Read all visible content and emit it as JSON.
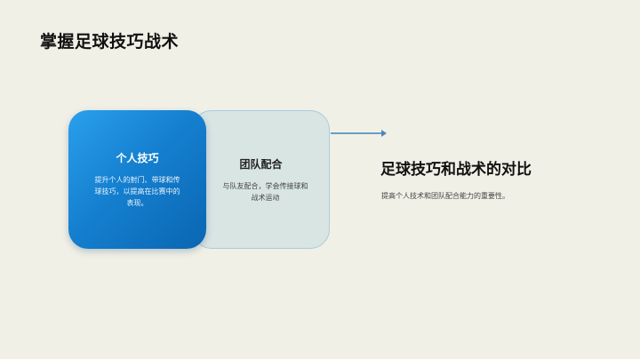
{
  "slide": {
    "title": "掌握足球技巧战术"
  },
  "cards": [
    {
      "title": "个人技巧",
      "description": "提升个人的射门、带球和传球技巧，以提高在比赛中的表现。"
    },
    {
      "title": "团队配合",
      "description": "与队友配合，学会传接球和战术运动"
    }
  ],
  "comparison": {
    "title": "足球技巧和战术的对比",
    "description": "提高个人技术和团队配合能力的重要性。"
  },
  "colors": {
    "background": "#f1f0e6",
    "card_primary_start": "#2aa0ec",
    "card_primary_end": "#0a66b2",
    "card_secondary": "#d9e5e3",
    "arrow": "#6a9cc4"
  },
  "icons": {
    "arrow": "arrow-right-icon"
  }
}
